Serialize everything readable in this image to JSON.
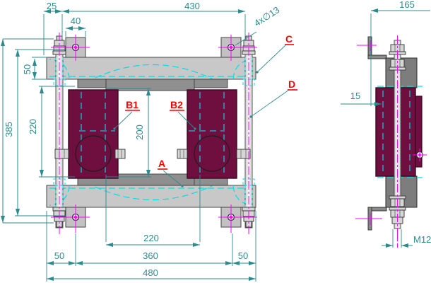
{
  "drawing": {
    "front": {
      "dims": {
        "stud_span": "430",
        "edge_to_stud": "25",
        "tab_width": "40",
        "bar_height": "50",
        "side_height": "220",
        "overall_height": "385",
        "inner_height": "200",
        "inner_width": "220",
        "foot_left": "50",
        "hole_span": "360",
        "foot_right": "50",
        "overall_width": "480"
      },
      "callouts": {
        "holes": "4x∅13"
      },
      "labels": {
        "a": "A",
        "b1": "B1",
        "b2": "B2",
        "c": "C",
        "d": "D"
      }
    },
    "side": {
      "dims": {
        "depth": "165",
        "bracket_offset": "15",
        "thread": "M12"
      }
    },
    "colors": {
      "dimension": "#2e8b8d",
      "hidden_line": "#00dde8",
      "centerline": "#ff00ff",
      "label": "#ff0000",
      "block": "#6f0f3f",
      "bar": "#c8c8c8"
    }
  }
}
